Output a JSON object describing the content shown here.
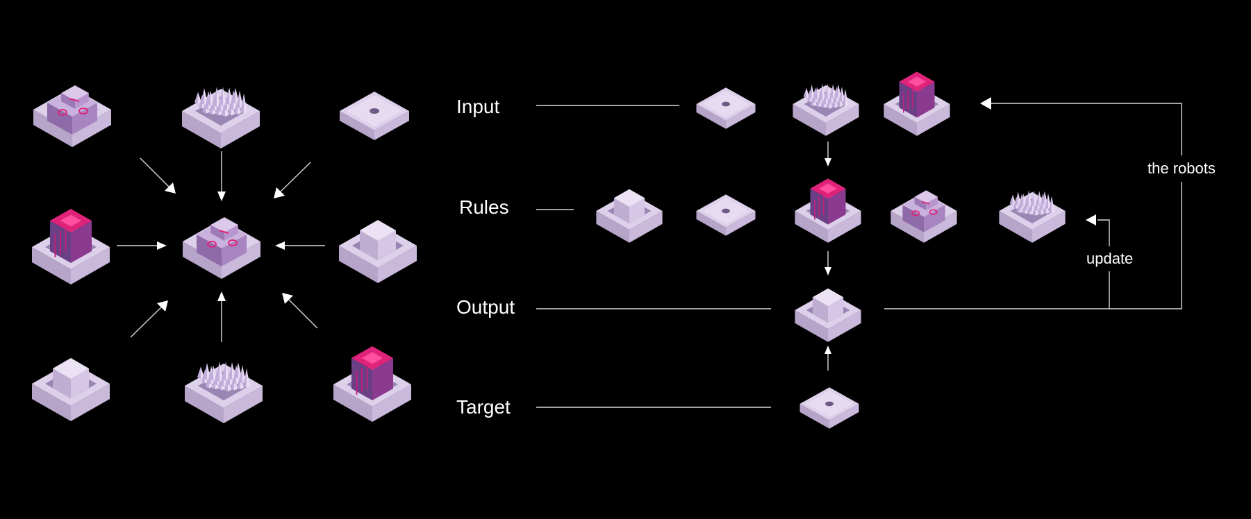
{
  "rows": {
    "input": "Input",
    "rules": "Rules",
    "output": "Output",
    "target": "Target"
  },
  "feedback": {
    "robots": "the robots",
    "update": "update"
  },
  "colors": {
    "background": "#000000",
    "block_top": "#ddd0ea",
    "block_left": "#b7a4c9",
    "block_right": "#cab9db",
    "accent_magenta": "#e0237a",
    "accent_violet": "#6a3f86",
    "line": "#d9d9d9"
  },
  "block_types": [
    "tile-dot",
    "spikes-tray",
    "pink-cube-tray",
    "robot-tray",
    "cube-tray"
  ],
  "left_cluster": {
    "center": "robot-tray",
    "surrounding": [
      "robot-tray",
      "spikes-tray",
      "tile-dot",
      "pink-cube-tray",
      "cube-tray",
      "cube-tray",
      "spikes-tray",
      "pink-cube-tray"
    ]
  },
  "pipeline": {
    "input_blocks": [
      "tile-dot",
      "spikes-tray",
      "pink-cube-tray"
    ],
    "rules_blocks": [
      "cube-tray",
      "tile-dot",
      "pink-cube-tray",
      "robot-tray",
      "spikes-tray"
    ],
    "output_blocks": [
      "cube-tray"
    ],
    "target_blocks": [
      "tile-dot"
    ]
  }
}
